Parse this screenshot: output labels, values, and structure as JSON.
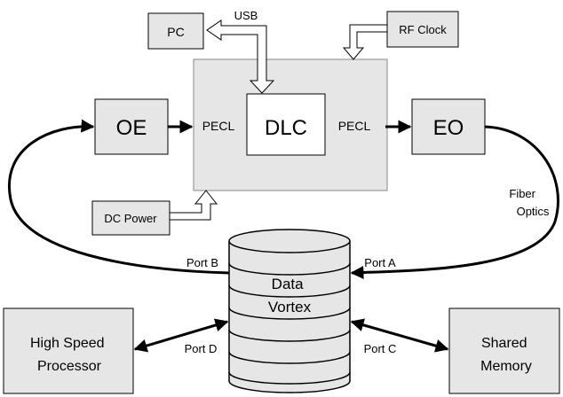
{
  "nodes": {
    "pc": "PC",
    "rf_clock": "RF Clock",
    "oe": "OE",
    "dlc": "DLC",
    "eo": "EO",
    "dc_power": "DC Power",
    "high_speed_processor": [
      "High Speed",
      "Processor"
    ],
    "shared_memory": [
      "Shared",
      "Memory"
    ],
    "data_vortex": [
      "Data",
      "Vortex"
    ]
  },
  "labels": {
    "usb": "USB",
    "pecl_left": "PECL",
    "pecl_right": "PECL",
    "fiber_optics": [
      "Fiber",
      "Optics"
    ],
    "port_a": "Port A",
    "port_b": "Port B",
    "port_c": "Port C",
    "port_d": "Port D"
  },
  "colors": {
    "box_fill": "#e6e6e6",
    "line": "#000000",
    "dlc_fill": "#ffffff"
  }
}
